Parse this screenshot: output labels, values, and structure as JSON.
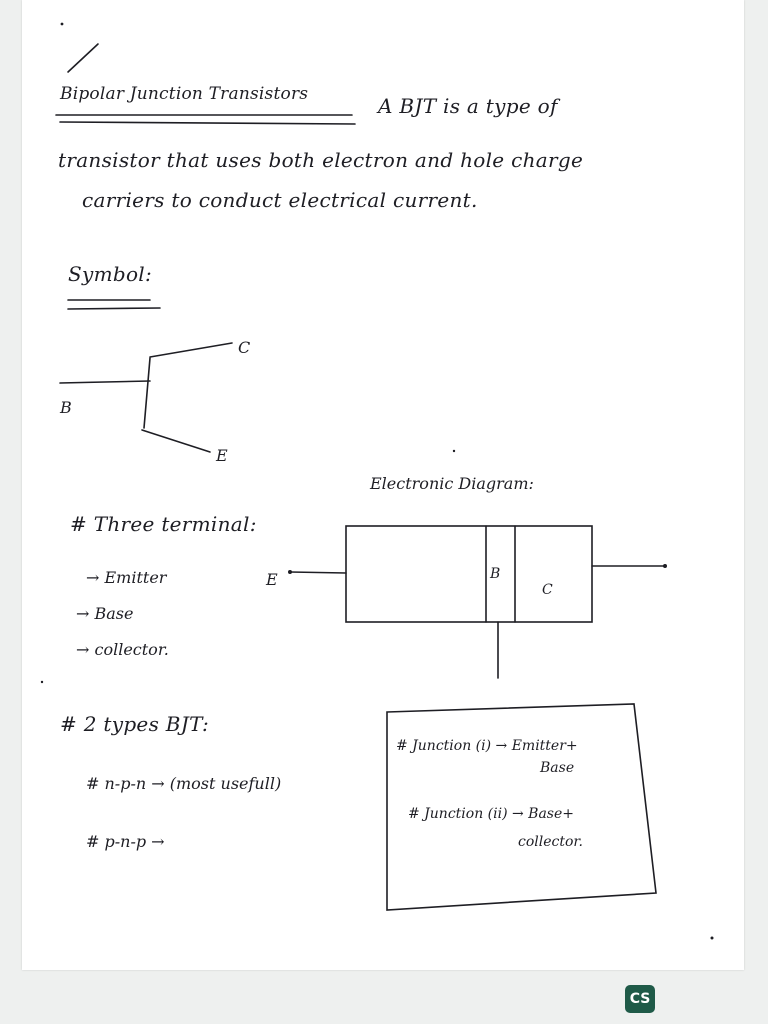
{
  "note": {
    "heading": "Bipolar Junction Transistors",
    "intro_line1": "A BJT is a type of",
    "intro_line2": "transistor that uses both electron and hole charge",
    "intro_line3": "carriers to conduct electrical current.",
    "symbol_heading": "Symbol:",
    "symbol_labels": {
      "collector": "C",
      "base": "B",
      "emitter": "E"
    },
    "diagram_heading": "Electronic Diagram:",
    "diagram_labels": {
      "emitter": "E",
      "base": "B",
      "collector": "C"
    },
    "terminals_heading": "# Three terminal:",
    "terminals": [
      "→ Emitter",
      "→ Base",
      "→ collector."
    ],
    "types_heading": "# 2 types BJT:",
    "types": [
      "# n-p-n → (most usefull)",
      "# p-n-p →"
    ],
    "junctions": [
      {
        "line1": "# Junction (i) → Emitter+",
        "line2": "Base"
      },
      {
        "line1": "# Junction (ii) → Base+",
        "line2": "collector."
      }
    ]
  },
  "badge": {
    "text": "CS",
    "color": "#1f5a48"
  },
  "colors": {
    "ink": "#1e1e24",
    "paper": "#ffffff",
    "background": "#eef0ef"
  }
}
